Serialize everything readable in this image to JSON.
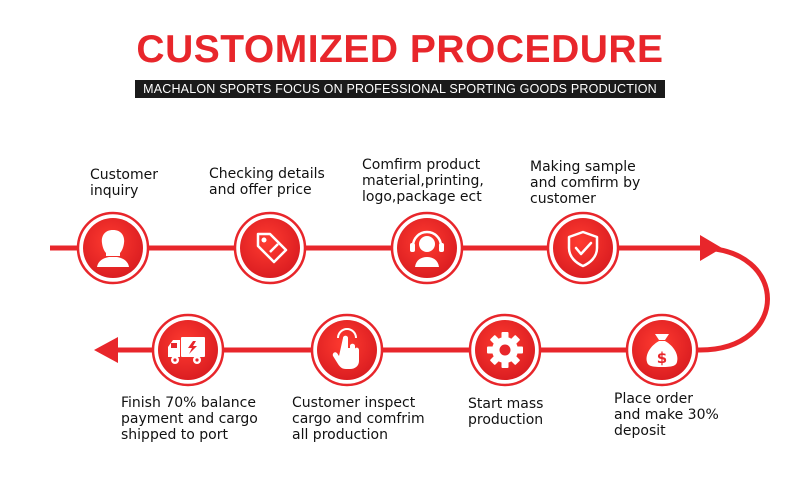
{
  "title": "CUSTOMIZED PROCEDURE",
  "subtitle": "MACHALON SPORTS FOCUS ON PROFESSIONAL SPORTING GOODS PRODUCTION",
  "colors": {
    "accent": "#e8262b",
    "dark": "#1a1a1a"
  },
  "steps": [
    {
      "label": "Customer\ninquiry",
      "icon": "person-icon"
    },
    {
      "label": "Checking details\nand offer price",
      "icon": "price-tag-icon"
    },
    {
      "label": "Comfirm product\nmaterial,printing,\nlogo,package ect",
      "icon": "headset-icon"
    },
    {
      "label": "Making sample\nand comfirm by\ncustomer",
      "icon": "shield-check-icon"
    },
    {
      "label": "Place order\nand make 30%\ndeposit",
      "icon": "money-bag-icon"
    },
    {
      "label": "Start mass\nproduction",
      "icon": "gear-icon"
    },
    {
      "label": "Customer inspect\ncargo and comfrim\nall production",
      "icon": "hand-pointer-icon"
    },
    {
      "label": "Finish 70% balance\npayment and cargo\nshipped to port",
      "icon": "delivery-truck-icon"
    }
  ]
}
